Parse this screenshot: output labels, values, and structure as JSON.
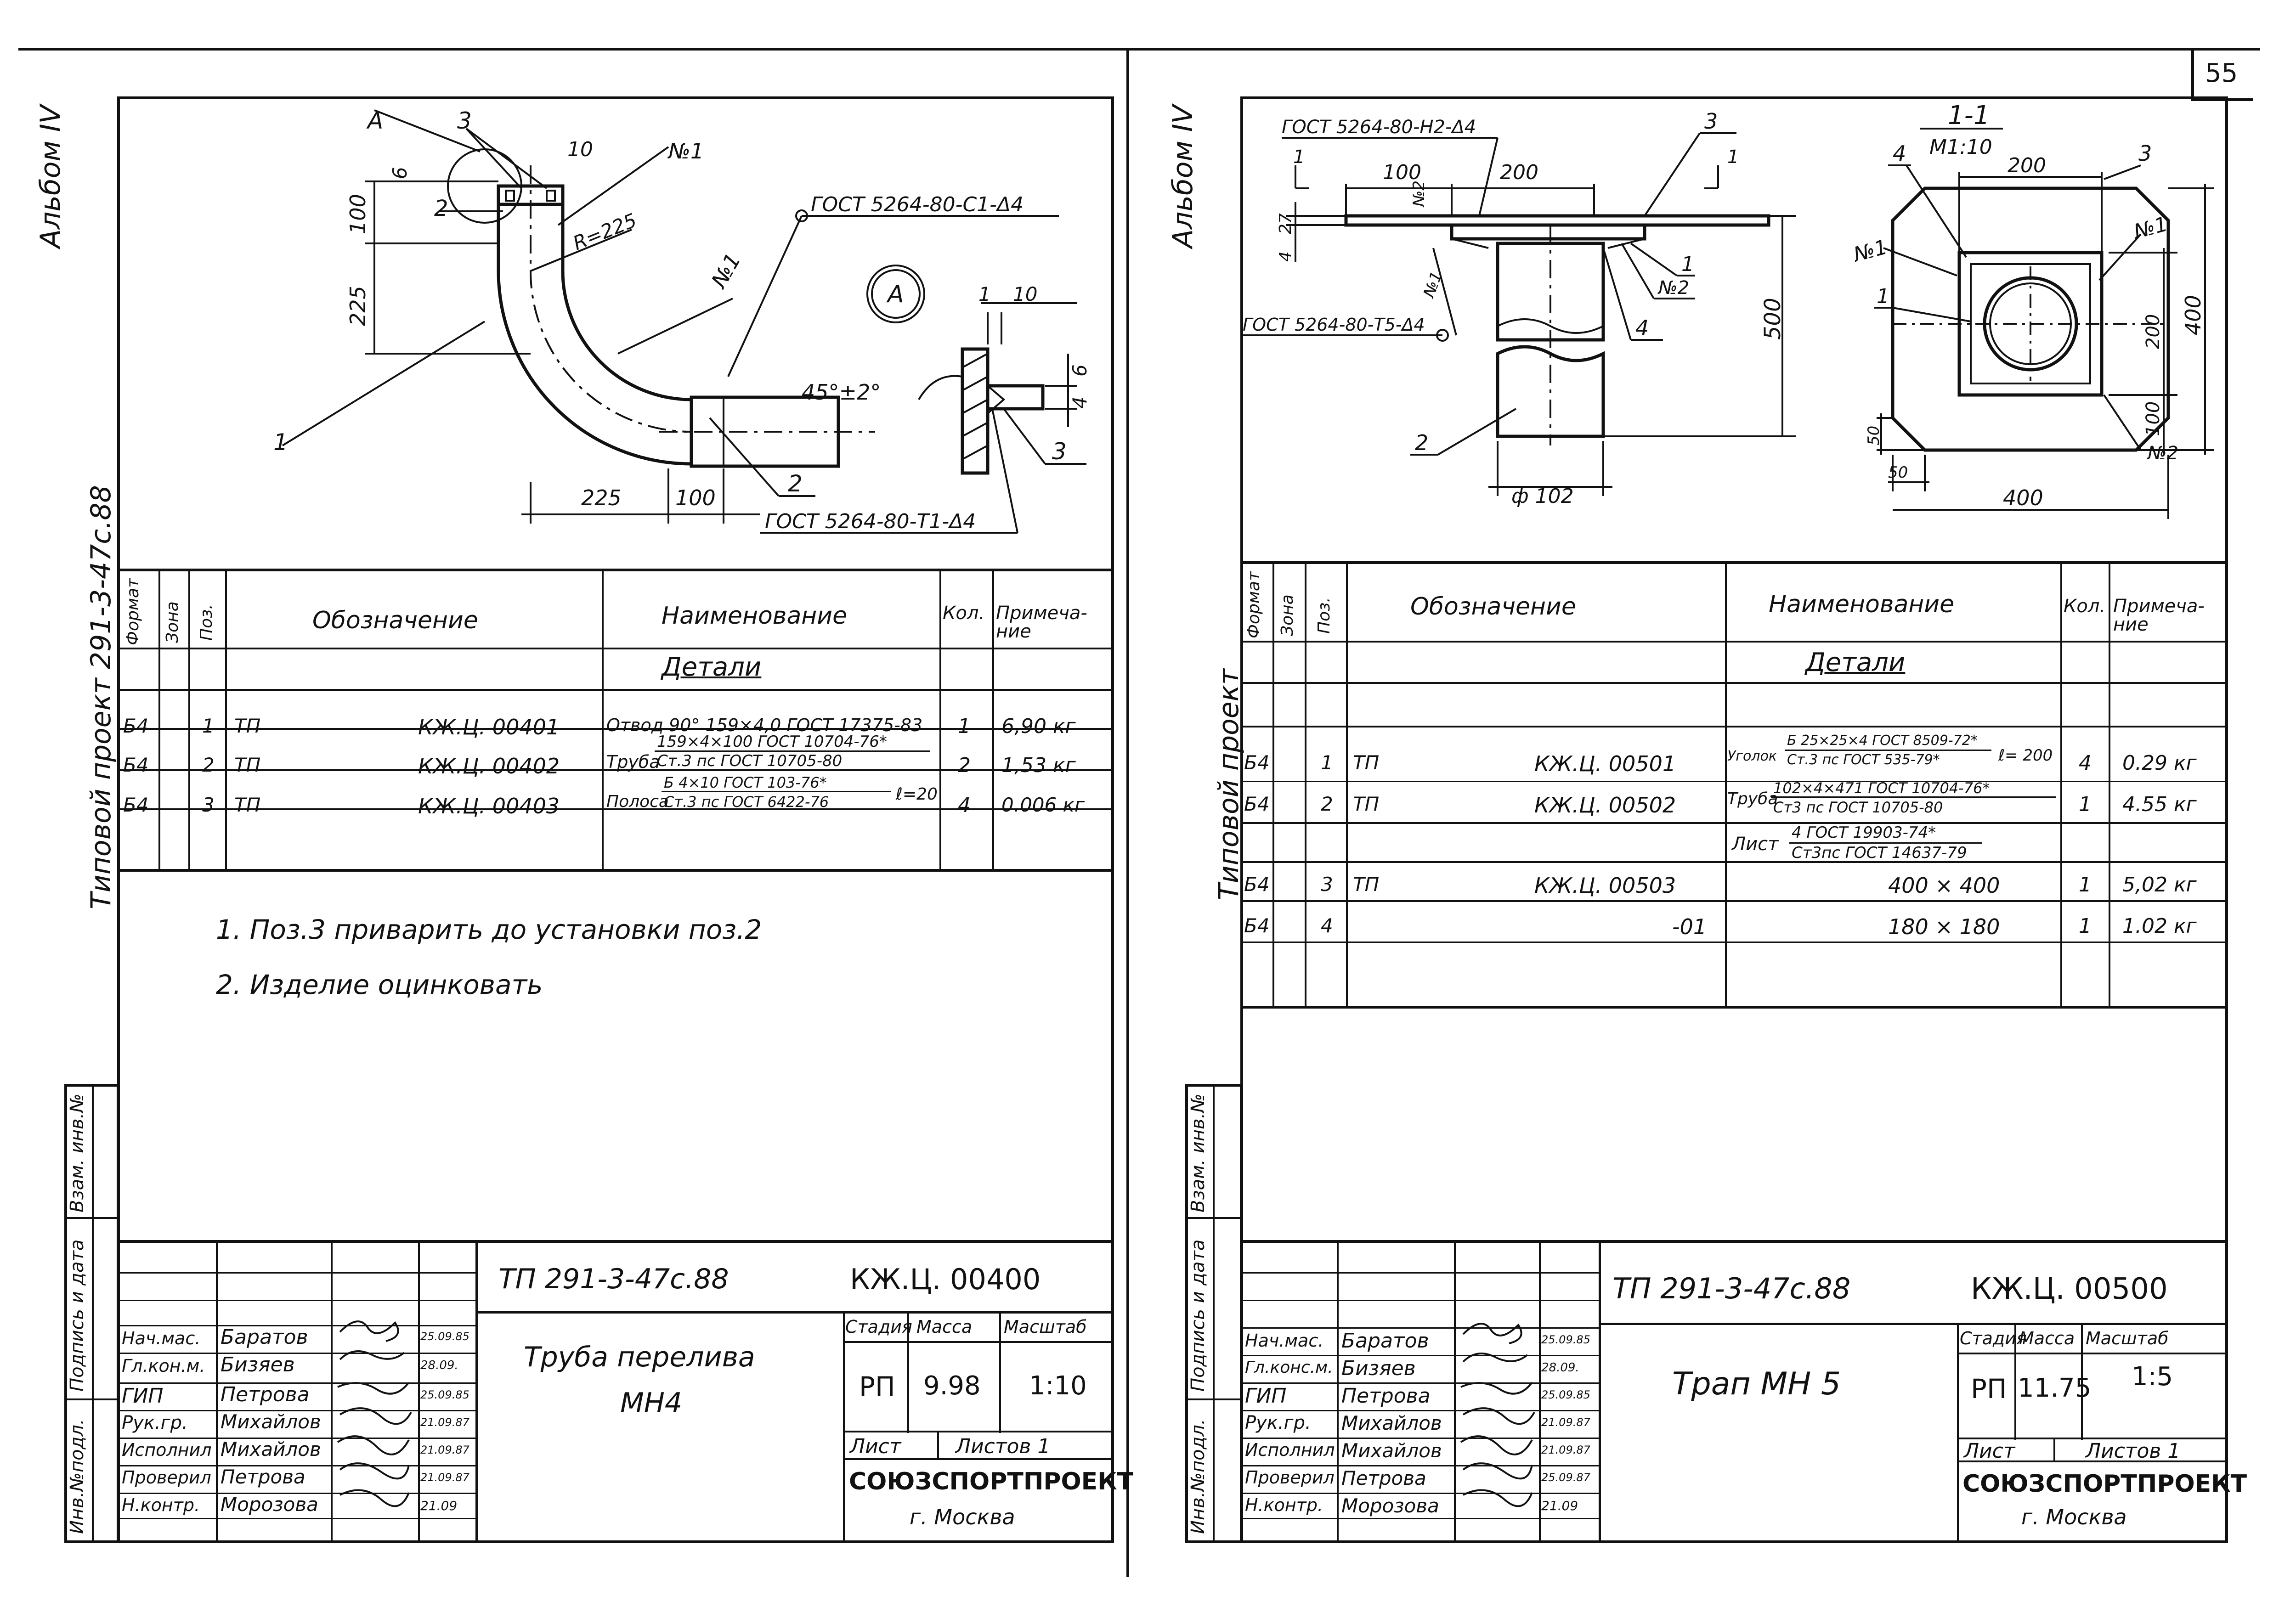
{
  "page_number": "55",
  "left": {
    "side_album": "Альбом IV",
    "side_project": "Типовой проект   291-3-47с.88",
    "drawing": {
      "A": "А",
      "n3": "3",
      "n10": "10",
      "n1": "№1",
      "n2": "2",
      "n6": "6",
      "d100": "100",
      "d225v": "225",
      "R": "R=225",
      "d225h": "225",
      "d100h": "100",
      "n1b": "№1",
      "l1": "1",
      "l2": "2",
      "gost_c1": "ГОСТ 5264-80-С1-Δ4",
      "circleA": "А",
      "d1": "1",
      "d10b": "10",
      "angle": "45°±2°",
      "d6": "6",
      "d4": "4",
      "l3": "3",
      "gost_t1": "ГОСТ 5264-80-Т1-Δ4"
    },
    "table": {
      "h_format": "Формат",
      "h_zone": "Зона",
      "h_pos": "Поз.",
      "h_desig": "Обозначение",
      "h_name": "Наименование",
      "h_qty": "Кол.",
      "h_note": "Примеча-ние",
      "section": "Детали",
      "rows": [
        {
          "format": "Б4",
          "pos": "1",
          "tp": "ТП",
          "code": "КЖ.Ц. 00401",
          "name": "Отвод 90° 159×4,0   ГОСТ 17375-83",
          "qty": "1",
          "note": "6,90 кг"
        },
        {
          "format": "Б4",
          "pos": "2",
          "tp": "ТП",
          "code": "КЖ.Ц. 00402",
          "name_a": "Труба",
          "name_top": "159×4×100  ГОСТ 10704-76*",
          "name_bot": "Ст.3 пс    ГОСТ 10705-80",
          "qty": "2",
          "note": "1,53 кг"
        },
        {
          "format": "Б4",
          "pos": "3",
          "tp": "ТП",
          "code": "КЖ.Ц. 00403",
          "name_a": "Полоса",
          "name_top": "Б 4×10  ГОСТ 103-76*",
          "name_bot": "Ст.3 пс ГОСТ 6422-76",
          "name_c": "ℓ=20",
          "qty": "4",
          "note": "0.006 кг"
        }
      ]
    },
    "notes": [
      "1. Поз.3  приварить  до установки  поз.2",
      "2. Изделие  оцинковать"
    ],
    "stamp": {
      "side_labels": [
        "Инв.№подл.",
        "Подпись и дата",
        "Взам. инв.№"
      ],
      "project": "ТП  291-3-47с.88",
      "code": "КЖ.Ц. 00400",
      "title1": "Труба  перелива",
      "title2": "МН4",
      "h_stage": "Стадия",
      "h_mass": "Масса",
      "h_scale": "Масштаб",
      "stage": "РП",
      "mass": "9.98",
      "scale": "1:10",
      "sheet": "Лист",
      "sheets": "Листов  1",
      "org": "СОЮЗСПОРТПРОЕКТ",
      "city": "г. Москва",
      "people": [
        {
          "role": "Нач.мас.",
          "name": "Баратов",
          "date": "25.09.85"
        },
        {
          "role": "Гл.кон.м.",
          "name": "Бизяев",
          "date": "28.09."
        },
        {
          "role": "ГИП",
          "name": "Петрова",
          "date": "25.09.85"
        },
        {
          "role": "Рук.гр.",
          "name": "Михайлов",
          "date": "21.09.87"
        },
        {
          "role": "Исполнил",
          "name": "Михайлов",
          "date": "21.09.87"
        },
        {
          "role": "Проверил",
          "name": "Петрова",
          "date": "21.09.87"
        },
        {
          "role": "Н.контр.",
          "name": "Морозова",
          "date": "21.09"
        }
      ]
    }
  },
  "right": {
    "side_album": "Альбом IV",
    "side_project": "Типовой  проект",
    "drawing": {
      "gost_h2": "ГОСТ 5264-80-Н2-Δ4",
      "s1a": "1",
      "s1b": "1",
      "d100": "100",
      "d200": "200",
      "l3": "3",
      "d27": "27",
      "d4": "4",
      "n2v": "№2",
      "n1v": "№1",
      "l1": "1",
      "n2": "№2",
      "gost_t5": "ГОСТ 5264-80-Т5-Δ4",
      "l4": "4",
      "d500": "500",
      "l2": "2",
      "d102": "ф 102",
      "sec": "1-1",
      "scale": "М1:10",
      "p200": "200",
      "p3": "3",
      "p4": "4",
      "pn1a": "№1",
      "pn1b": "№1",
      "p1": "1",
      "p200v": "200",
      "p100v": "100",
      "p400v": "400",
      "p50v": "50",
      "p50h": "50",
      "pn2": "№2",
      "p400h": "400"
    },
    "table": {
      "h_format": "Формат",
      "h_zone": "Зона",
      "h_pos": "Поз.",
      "h_desig": "Обозначение",
      "h_name": "Наименование",
      "h_qty": "Кол.",
      "h_note": "Примеча-ние",
      "section": "Детали",
      "rows": [
        {
          "format": "Б4",
          "pos": "1",
          "tp": "ТП",
          "code": "КЖ.Ц. 00501",
          "name_a": "Уголок",
          "name_top": "Б 25×25×4 ГОСТ 8509-72*",
          "name_bot": "Ст.3 пс ГОСТ 535-79*",
          "name_c": "ℓ= 200",
          "qty": "4",
          "note": "0.29 кг"
        },
        {
          "format": "Б4",
          "pos": "2",
          "tp": "ТП",
          "code": "КЖ.Ц. 00502",
          "name_a": "Труба",
          "name_top": "102×4×471 ГОСТ 10704-76*",
          "name_bot": "Ст3 пс    ГОСТ 10705-80",
          "qty": "1",
          "note": "4.55 кг"
        },
        {
          "format": "",
          "pos": "",
          "tp": "",
          "code": "",
          "name_a": "Лист",
          "name_top": "4      ГОСТ 19903-74*",
          "name_bot": "Ст3пс ГОСТ 14637-79",
          "qty": "",
          "note": ""
        },
        {
          "format": "Б4",
          "pos": "3",
          "tp": "ТП",
          "code": "КЖ.Ц. 00503",
          "name": "400 × 400",
          "qty": "1",
          "note": "5,02 кг"
        },
        {
          "format": "Б4",
          "pos": "4",
          "tp": "",
          "code": "-01",
          "name": "180 × 180",
          "qty": "1",
          "note": "1.02 кг"
        }
      ]
    },
    "stamp": {
      "side_labels": [
        "Инв.№подл.",
        "Подпись и дата",
        "Взам. инв.№"
      ],
      "project": "ТП  291-3-47с.88",
      "code": "КЖ.Ц. 00500",
      "title1": "Трап   МН 5",
      "h_stage": "Стадия",
      "h_mass": "Масса",
      "h_scale": "Масштаб",
      "stage": "РП",
      "mass": "11.75",
      "scale": "1:5",
      "sheet": "Лист",
      "sheets": "Листов  1",
      "org": "СОЮЗСПОРТПРОЕКТ",
      "city": "г. Москва",
      "people": [
        {
          "role": "Нач.мас.",
          "name": "Баратов",
          "date": "25.09.85"
        },
        {
          "role": "Гл.конс.м.",
          "name": "Бизяев",
          "date": "28.09."
        },
        {
          "role": "ГИП",
          "name": "Петрова",
          "date": "25.09.85"
        },
        {
          "role": "Рук.гр.",
          "name": "Михайлов",
          "date": "21.09.87"
        },
        {
          "role": "Исполнил",
          "name": "Михайлов",
          "date": "21.09.87"
        },
        {
          "role": "Проверил",
          "name": "Петрова",
          "date": "25.09.87"
        },
        {
          "role": "Н.контр.",
          "name": "Морозова",
          "date": "21.09"
        }
      ]
    }
  }
}
